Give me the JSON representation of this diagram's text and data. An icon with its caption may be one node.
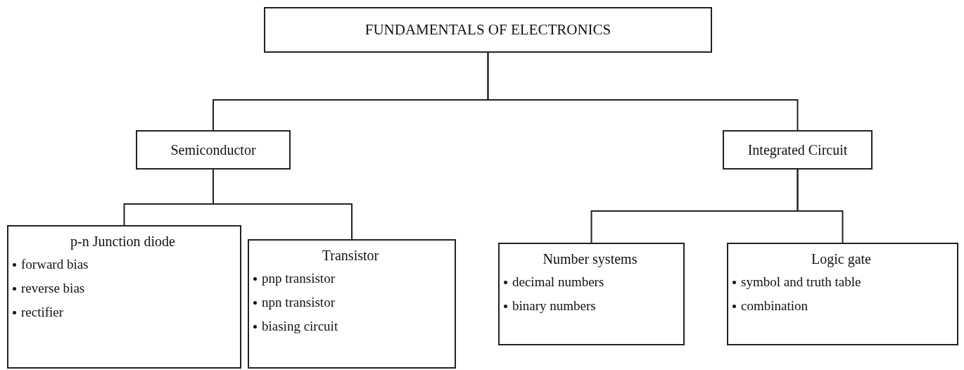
{
  "diagram": {
    "nodes": [
      {
        "text": [
          "FUNDAMENTALS OF ELECTRONICS"
        ]
      },
      {
        "text": [
          "Semiconductor"
        ]
      },
      {
        "text": [
          "Integrated Circuit"
        ]
      },
      {
        "text": [
          "p-n Junction diode",
          "forward bias",
          "reverse bias",
          "rectifier"
        ]
      },
      {
        "text": [
          "Transistor",
          "pnp transistor",
          "npn transistor",
          "biasing circuit"
        ]
      },
      {
        "text": [
          "Number systems",
          "decimal numbers",
          "binary numbers"
        ]
      },
      {
        "text": [
          "Logic gate",
          "symbol and truth table",
          "combination"
        ]
      }
    ],
    "edges": [
      {
        "from": 0,
        "to": 1,
        "arrow": "none"
      },
      {
        "from": 0,
        "to": 2,
        "arrow": "none"
      },
      {
        "from": 1,
        "to": 3,
        "arrow": "none"
      },
      {
        "from": 1,
        "to": 4,
        "arrow": "none"
      },
      {
        "from": 2,
        "to": 5,
        "arrow": "none"
      },
      {
        "from": 2,
        "to": 6,
        "arrow": "none"
      }
    ]
  }
}
